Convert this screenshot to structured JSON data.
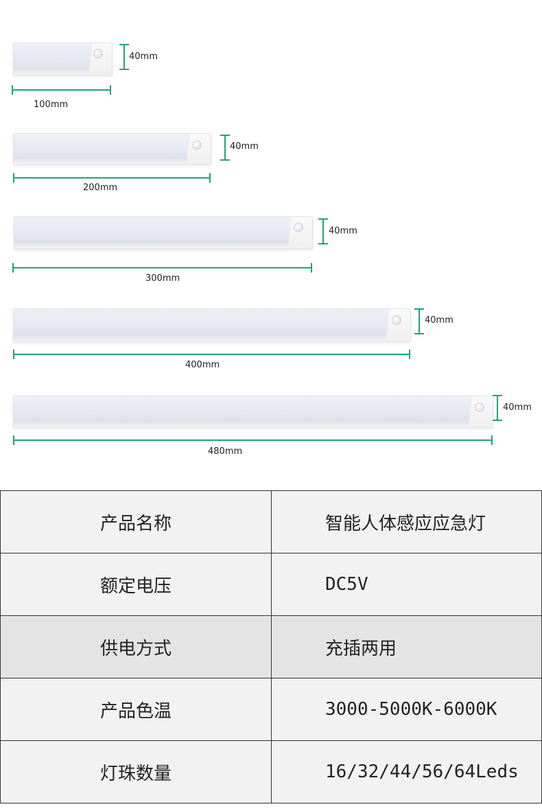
{
  "products": [
    {
      "length_label": "100mm",
      "height_label": "40mm"
    },
    {
      "length_label": "200mm",
      "height_label": "40mm"
    },
    {
      "length_label": "300mm",
      "height_label": "40mm"
    },
    {
      "length_label": "400mm",
      "height_label": "40mm"
    },
    {
      "length_label": "480mm",
      "height_label": "40mm"
    }
  ],
  "spec_table": {
    "rows": [
      {
        "key": "产品名称",
        "value": "智能人体感应应急灯"
      },
      {
        "key": "额定电压",
        "value": "DC5V"
      },
      {
        "key": "供电方式",
        "value": "充插两用"
      },
      {
        "key": "产品色温",
        "value": "3000-5000K-6000K"
      },
      {
        "key": "灯珠数量",
        "value": "16/32/44/56/64Leds"
      }
    ]
  },
  "colors": {
    "dimension_line": "#1aa57a",
    "table_border": "#333333",
    "row_background": "#f2f2f2",
    "row_background_shaded": "#e4e4e4"
  }
}
